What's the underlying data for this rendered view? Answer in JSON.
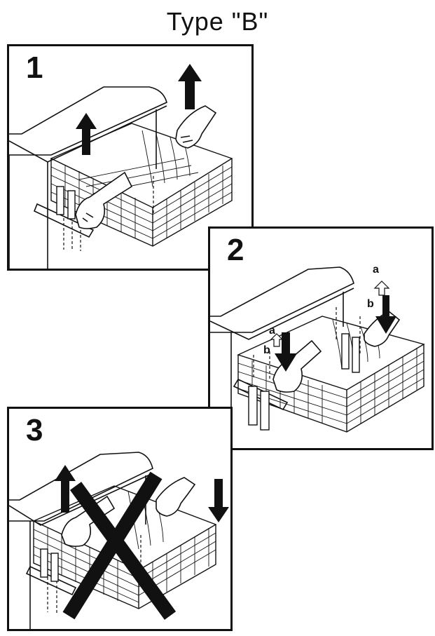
{
  "title": "Type \"B\"",
  "steps": [
    {
      "number": "1"
    },
    {
      "number": "2",
      "labels": [
        "a",
        "b",
        "a",
        "b"
      ]
    },
    {
      "number": "3"
    }
  ],
  "colors": {
    "ink": "#111111",
    "background": "#ffffff"
  }
}
